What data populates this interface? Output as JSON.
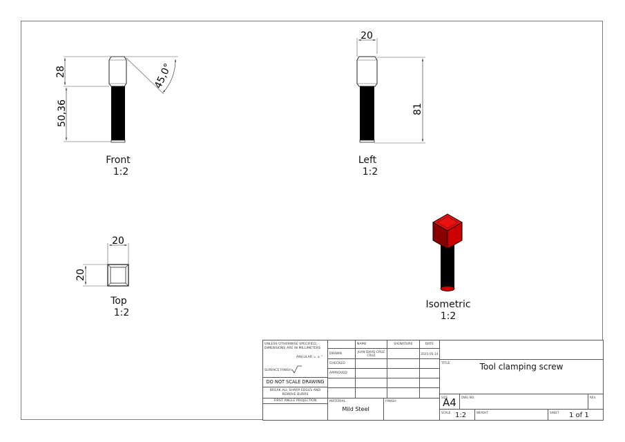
{
  "document": {
    "type": "engineering-drawing",
    "sheet_size": "A4"
  },
  "views": {
    "front": {
      "name": "Front",
      "scale": "1:2",
      "dimensions": {
        "head_height": "28",
        "shank_length": "50,36",
        "chamfer_angle": "45,0°"
      }
    },
    "left": {
      "name": "Left",
      "scale": "1:2",
      "dimensions": {
        "head_width": "20",
        "overall_length": "81"
      }
    },
    "top": {
      "name": "Top",
      "scale": "1:2",
      "dimensions": {
        "width": "20",
        "height": "20"
      }
    },
    "isometric": {
      "name": "Isometric",
      "scale": "1:2",
      "colors": {
        "head": "#e00000",
        "head_dark": "#8a0000",
        "head_mid": "#c00000",
        "shank": "#000000"
      }
    }
  },
  "title_block": {
    "notes": {
      "unless_specified_line1": "UNLESS OTHERWISE SPECIFIED,",
      "unless_specified_line2": "DIMENSIONS ARE IN MILLIMETERS",
      "angular": "ANGULAR = ± °",
      "surface_finish": "SURFACE FINISH",
      "do_not_scale": "DO NOT SCALE DRAWING",
      "break_edges_line1": "BREAK ALL SHARP EDGES AND",
      "break_edges_line2": "REMOVE BURRS",
      "projection": "FIRST ANGLE PROJECTION"
    },
    "signoff": {
      "headers": {
        "name": "NAME",
        "signature": "SIGNATURE",
        "date": "DATE"
      },
      "rows": [
        {
          "role": "DRAWN",
          "name_line1": "JUAN DAVID CRUZ",
          "name_line2": "CRUZ",
          "signature": "",
          "date": "2025-05-14"
        },
        {
          "role": "CHECKED",
          "name_line1": "",
          "name_line2": "",
          "signature": "",
          "date": ""
        },
        {
          "role": "APPROVED",
          "name_line1": "",
          "name_line2": "",
          "signature": "",
          "date": ""
        }
      ]
    },
    "material_label": "MATERIAL",
    "material": "Mild Steel",
    "finish_label": "FINISH",
    "finish": "",
    "title_label": "TITLE",
    "title": "Tool clamping screw",
    "size_label": "SIZE",
    "size": "A4",
    "dwg_no_label": "DWG NO.",
    "dwg_no": "",
    "rev_label": "REV.",
    "rev": "",
    "scale_label": "SCALE",
    "scale": "1:2",
    "weight_label": "WEIGHT",
    "weight": "",
    "sheet_label": "SHEET",
    "sheet": "1 of 1"
  }
}
